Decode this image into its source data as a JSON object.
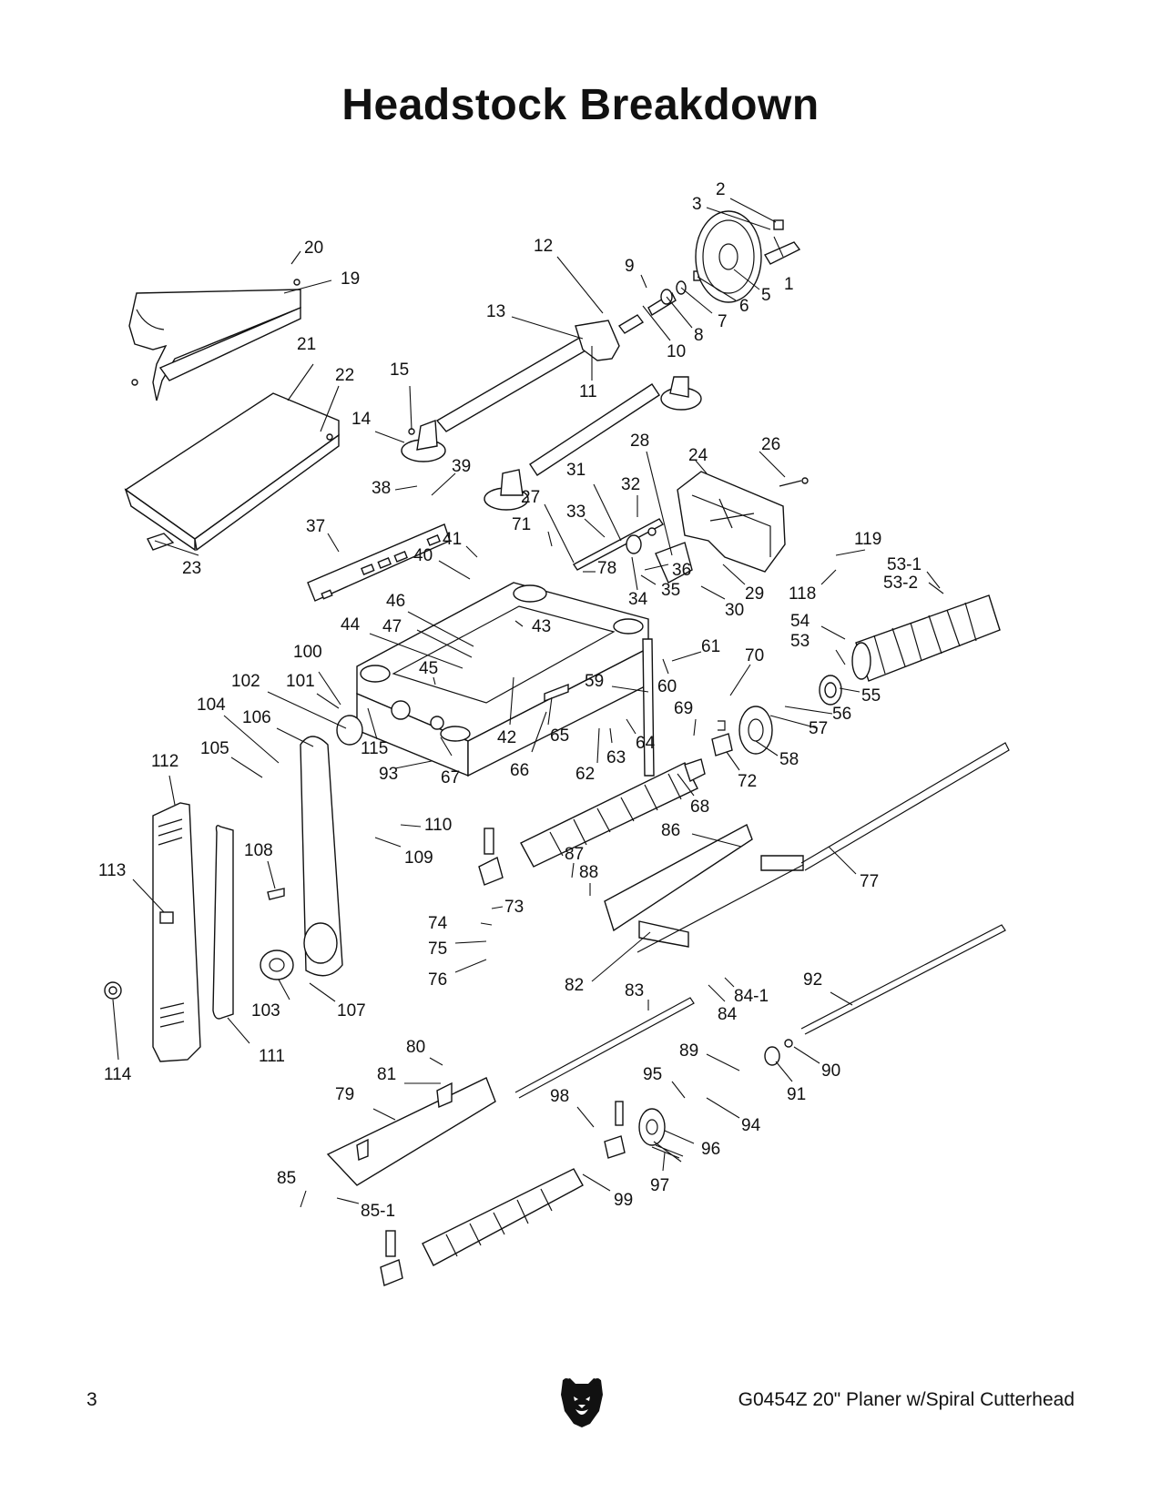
{
  "title": "Headstock Breakdown",
  "footer": {
    "page_number": "3",
    "model": "G0454Z 20\" Planer w/Spiral Cutterhead"
  },
  "icons": {
    "logo": "bear-head-logo"
  },
  "callouts": [
    {
      "id": "c1",
      "text": "1"
    },
    {
      "id": "c2",
      "text": "2"
    },
    {
      "id": "c3",
      "text": "3"
    },
    {
      "id": "c5",
      "text": "5"
    },
    {
      "id": "c6",
      "text": "6"
    },
    {
      "id": "c7",
      "text": "7"
    },
    {
      "id": "c8",
      "text": "8"
    },
    {
      "id": "c9",
      "text": "9"
    },
    {
      "id": "c10",
      "text": "10"
    },
    {
      "id": "c11",
      "text": "11"
    },
    {
      "id": "c12",
      "text": "12"
    },
    {
      "id": "c13",
      "text": "13"
    },
    {
      "id": "c14",
      "text": "14"
    },
    {
      "id": "c15",
      "text": "15"
    },
    {
      "id": "c19",
      "text": "19"
    },
    {
      "id": "c20",
      "text": "20"
    },
    {
      "id": "c21",
      "text": "21"
    },
    {
      "id": "c22",
      "text": "22"
    },
    {
      "id": "c23",
      "text": "23"
    },
    {
      "id": "c24",
      "text": "24"
    },
    {
      "id": "c26",
      "text": "26"
    },
    {
      "id": "c27",
      "text": "27"
    },
    {
      "id": "c28",
      "text": "28"
    },
    {
      "id": "c29",
      "text": "29"
    },
    {
      "id": "c30",
      "text": "30"
    },
    {
      "id": "c31",
      "text": "31"
    },
    {
      "id": "c32",
      "text": "32"
    },
    {
      "id": "c33",
      "text": "33"
    },
    {
      "id": "c34",
      "text": "34"
    },
    {
      "id": "c35",
      "text": "35"
    },
    {
      "id": "c36",
      "text": "36"
    },
    {
      "id": "c37",
      "text": "37"
    },
    {
      "id": "c38",
      "text": "38"
    },
    {
      "id": "c39",
      "text": "39"
    },
    {
      "id": "c40",
      "text": "40"
    },
    {
      "id": "c41",
      "text": "41"
    },
    {
      "id": "c42",
      "text": "42"
    },
    {
      "id": "c43",
      "text": "43"
    },
    {
      "id": "c44",
      "text": "44"
    },
    {
      "id": "c45",
      "text": "45"
    },
    {
      "id": "c46",
      "text": "46"
    },
    {
      "id": "c47",
      "text": "47"
    },
    {
      "id": "c53",
      "text": "53"
    },
    {
      "id": "c53_1",
      "text": "53-1"
    },
    {
      "id": "c53_2",
      "text": "53-2"
    },
    {
      "id": "c54",
      "text": "54"
    },
    {
      "id": "c55",
      "text": "55"
    },
    {
      "id": "c56",
      "text": "56"
    },
    {
      "id": "c57",
      "text": "57"
    },
    {
      "id": "c58",
      "text": "58"
    },
    {
      "id": "c59",
      "text": "59"
    },
    {
      "id": "c60",
      "text": "60"
    },
    {
      "id": "c61",
      "text": "61"
    },
    {
      "id": "c62",
      "text": "62"
    },
    {
      "id": "c63",
      "text": "63"
    },
    {
      "id": "c64",
      "text": "64"
    },
    {
      "id": "c65",
      "text": "65"
    },
    {
      "id": "c66",
      "text": "66"
    },
    {
      "id": "c67",
      "text": "67"
    },
    {
      "id": "c68",
      "text": "68"
    },
    {
      "id": "c69",
      "text": "69"
    },
    {
      "id": "c70",
      "text": "70"
    },
    {
      "id": "c71",
      "text": "71"
    },
    {
      "id": "c72",
      "text": "72"
    },
    {
      "id": "c73",
      "text": "73"
    },
    {
      "id": "c74",
      "text": "74"
    },
    {
      "id": "c75",
      "text": "75"
    },
    {
      "id": "c76",
      "text": "76"
    },
    {
      "id": "c77",
      "text": "77"
    },
    {
      "id": "c78",
      "text": "78"
    },
    {
      "id": "c79",
      "text": "79"
    },
    {
      "id": "c80",
      "text": "80"
    },
    {
      "id": "c81",
      "text": "81"
    },
    {
      "id": "c82",
      "text": "82"
    },
    {
      "id": "c83",
      "text": "83"
    },
    {
      "id": "c84",
      "text": "84"
    },
    {
      "id": "c84_1",
      "text": "84-1"
    },
    {
      "id": "c85",
      "text": "85"
    },
    {
      "id": "c85_1",
      "text": "85-1"
    },
    {
      "id": "c86",
      "text": "86"
    },
    {
      "id": "c87",
      "text": "87"
    },
    {
      "id": "c88",
      "text": "88"
    },
    {
      "id": "c89",
      "text": "89"
    },
    {
      "id": "c90",
      "text": "90"
    },
    {
      "id": "c91",
      "text": "91"
    },
    {
      "id": "c92",
      "text": "92"
    },
    {
      "id": "c93",
      "text": "93"
    },
    {
      "id": "c94",
      "text": "94"
    },
    {
      "id": "c95",
      "text": "95"
    },
    {
      "id": "c96",
      "text": "96"
    },
    {
      "id": "c97",
      "text": "97"
    },
    {
      "id": "c98",
      "text": "98"
    },
    {
      "id": "c99",
      "text": "99"
    },
    {
      "id": "c100",
      "text": "100"
    },
    {
      "id": "c101",
      "text": "101"
    },
    {
      "id": "c102",
      "text": "102"
    },
    {
      "id": "c103",
      "text": "103"
    },
    {
      "id": "c104",
      "text": "104"
    },
    {
      "id": "c105",
      "text": "105"
    },
    {
      "id": "c106",
      "text": "106"
    },
    {
      "id": "c107",
      "text": "107"
    },
    {
      "id": "c108",
      "text": "108"
    },
    {
      "id": "c109",
      "text": "109"
    },
    {
      "id": "c110",
      "text": "110"
    },
    {
      "id": "c111",
      "text": "111"
    },
    {
      "id": "c112",
      "text": "112"
    },
    {
      "id": "c113",
      "text": "113"
    },
    {
      "id": "c114",
      "text": "114"
    },
    {
      "id": "c115",
      "text": "115"
    },
    {
      "id": "c118",
      "text": "118"
    },
    {
      "id": "c119",
      "text": "119"
    }
  ]
}
